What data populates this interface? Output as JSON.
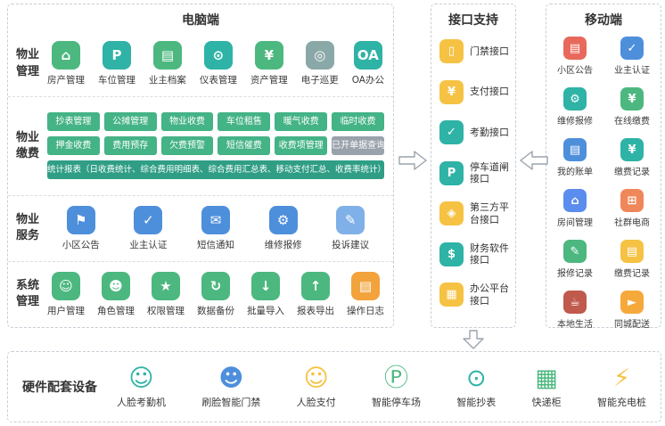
{
  "pc": {
    "title": "电脑端",
    "sections": {
      "management": {
        "label": "物业管理",
        "items": [
          {
            "label": "房产管理",
            "glyph": "⌂",
            "style": "background:#4cb87f"
          },
          {
            "label": "车位管理",
            "glyph": "P",
            "style": "background:#2eb3a6"
          },
          {
            "label": "业主档案",
            "glyph": "▤",
            "style": "background:#4cb87f"
          },
          {
            "label": "仪表管理",
            "glyph": "⊙",
            "style": "background:#2eb3a6"
          },
          {
            "label": "资产管理",
            "glyph": "¥",
            "style": "background:#4cb87f"
          },
          {
            "label": "电子巡更",
            "glyph": "◎",
            "style": "background:#8aa8a8"
          },
          {
            "label": "OA办公",
            "glyph": "OA",
            "style": "background:#2eb3a6"
          }
        ]
      },
      "billing": {
        "label": "物业缴费",
        "buttons": [
          {
            "label": "抄表管理",
            "style": "background:#44b385"
          },
          {
            "label": "公摊管理",
            "style": "background:#44b385"
          },
          {
            "label": "物业收费",
            "style": "background:#44b385"
          },
          {
            "label": "车位租售",
            "style": "background:#44b385"
          },
          {
            "label": "暖气收费",
            "style": "background:#44b385"
          },
          {
            "label": "临时收费",
            "style": "background:#44b385"
          },
          {
            "label": "押金收费",
            "style": "background:#44b385"
          },
          {
            "label": "费用预存",
            "style": "background:#44b385"
          },
          {
            "label": "欠费预警",
            "style": "background:#44b385"
          },
          {
            "label": "短信催费",
            "style": "background:#44b385"
          },
          {
            "label": "收费项管理",
            "style": "background:#44b385"
          },
          {
            "label": "已开单据查询",
            "style": "background:#99a1ab"
          }
        ],
        "stats": {
          "label": "统计报表（日收费统计、综合费用明细表、综合费用汇总表、移动支付汇总、收费率统计）",
          "style": "background:#2f9e85"
        }
      },
      "service": {
        "label": "物业服务",
        "items": [
          {
            "label": "小区公告",
            "glyph": "⚑",
            "style": "background:#4e8fdc"
          },
          {
            "label": "业主认证",
            "glyph": "✓",
            "style": "background:#4e8fdc"
          },
          {
            "label": "短信通知",
            "glyph": "✉",
            "style": "background:#4e8fdc"
          },
          {
            "label": "维修报修",
            "glyph": "⚙",
            "style": "background:#4e8fdc"
          },
          {
            "label": "投诉建议",
            "glyph": "✎",
            "style": "background:#7fb0e8"
          }
        ]
      },
      "system": {
        "label": "系统管理",
        "items": [
          {
            "label": "用户管理",
            "glyph": "☺",
            "style": "background:#4cb87f"
          },
          {
            "label": "角色管理",
            "glyph": "☻",
            "style": "background:#4cb87f"
          },
          {
            "label": "权限管理",
            "glyph": "★",
            "style": "background:#4cb87f"
          },
          {
            "label": "数据备份",
            "glyph": "↻",
            "style": "background:#4cb87f"
          },
          {
            "label": "批量导入",
            "glyph": "↓",
            "style": "background:#4cb87f"
          },
          {
            "label": "报表导出",
            "glyph": "↑",
            "style": "background:#4cb87f"
          },
          {
            "label": "操作日志",
            "glyph": "▤",
            "style": "background:#f2a33c"
          }
        ]
      }
    }
  },
  "interface": {
    "title": "接口支持",
    "items": [
      {
        "label": "门禁接口",
        "glyph": "▯",
        "style": "background:#f6c243"
      },
      {
        "label": "支付接口",
        "glyph": "¥",
        "style": "background:#f6c243"
      },
      {
        "label": "考勤接口",
        "glyph": "✓",
        "style": "background:#2eb3a6"
      },
      {
        "label": "停车道闸接口",
        "glyph": "P",
        "style": "background:#2eb3a6"
      },
      {
        "label": "第三方平台接口",
        "glyph": "◈",
        "style": "background:#f6c243"
      },
      {
        "label": "财务软件接口",
        "glyph": "$",
        "style": "background:#2eb3a6"
      },
      {
        "label": "办公平台接口",
        "glyph": "▦",
        "style": "background:#f6c243"
      }
    ]
  },
  "mobile": {
    "title": "移动端",
    "items": [
      {
        "label": "小区公告",
        "glyph": "▤",
        "style": "background:#e8695b"
      },
      {
        "label": "业主认证",
        "glyph": "✓",
        "style": "background:#4e8fdc"
      },
      {
        "label": "维修报修",
        "glyph": "⚙",
        "style": "background:#2eb3a6"
      },
      {
        "label": "在线缴费",
        "glyph": "¥",
        "style": "background:#4cb87f"
      },
      {
        "label": "我的账单",
        "glyph": "▤",
        "style": "background:#4e8fdc"
      },
      {
        "label": "缴费记录",
        "glyph": "¥",
        "style": "background:#2eb3a6"
      },
      {
        "label": "房间管理",
        "glyph": "⌂",
        "style": "background:#5b8dee"
      },
      {
        "label": "社群电商",
        "glyph": "⊞",
        "style": "background:#f0875a"
      },
      {
        "label": "报修记录",
        "glyph": "✎",
        "style": "background:#4cb87f"
      },
      {
        "label": "缴费记录",
        "glyph": "▤",
        "style": "background:#f6c243"
      },
      {
        "label": "本地生活",
        "glyph": "☕",
        "style": "background:#c05a4c"
      },
      {
        "label": "同城配送",
        "glyph": "►",
        "style": "background:#f6a93b"
      }
    ]
  },
  "hardware": {
    "title": "硬件配套设备",
    "items": [
      {
        "label": "人脸考勤机",
        "glyph": "☺",
        "style": "color:#2eb3a6"
      },
      {
        "label": "刷脸智能门禁",
        "glyph": "☻",
        "style": "color:#4e8fdc"
      },
      {
        "label": "人脸支付",
        "glyph": "☺",
        "style": "color:#f6c243"
      },
      {
        "label": "智能停车场",
        "glyph": "Ⓟ",
        "style": "color:#4cb87f"
      },
      {
        "label": "智能抄表",
        "glyph": "⊙",
        "style": "color:#2eb3a6"
      },
      {
        "label": "快递柜",
        "glyph": "▦",
        "style": "color:#4cb87f"
      },
      {
        "label": "智能充电桩",
        "glyph": "⚡",
        "style": "color:#f6c243"
      }
    ]
  }
}
